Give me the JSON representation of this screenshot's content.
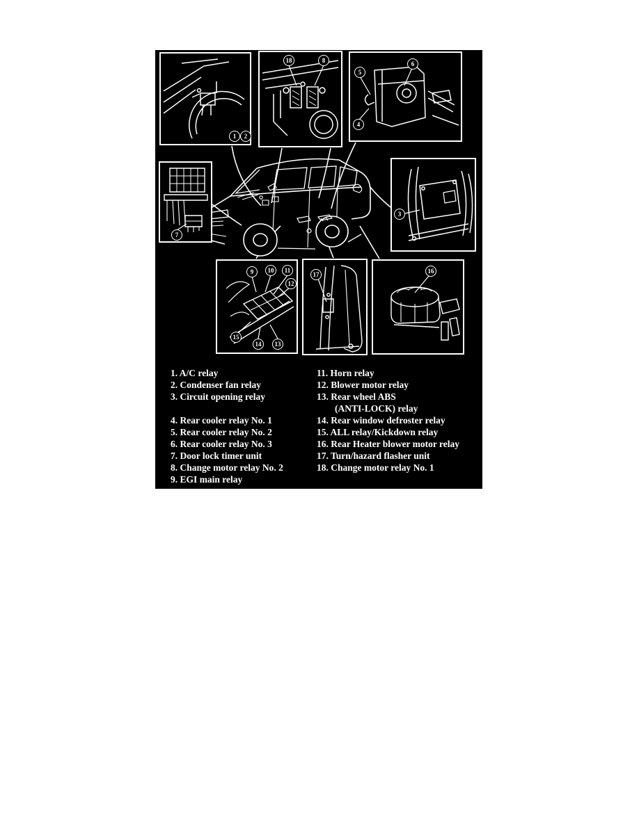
{
  "colors": {
    "page_bg": "#ffffff",
    "panel_bg": "#000000",
    "ink": "#ffffff"
  },
  "insets": {
    "front_fender": {
      "callouts": [
        "1",
        "2"
      ]
    },
    "engine_bay": {
      "callouts": [
        "18",
        "8"
      ]
    },
    "rear_cooler_unit": {
      "callouts": [
        "5",
        "6",
        "4"
      ]
    },
    "front_end_unit": {
      "callouts": [
        "7"
      ]
    },
    "side_ecu": {
      "callouts": [
        "3"
      ]
    },
    "underseat_relay_box": {
      "callouts": [
        "9",
        "10",
        "11",
        "12",
        "15",
        "14",
        "13"
      ]
    },
    "b_pillar": {
      "callouts": [
        "17"
      ]
    },
    "rear_heater_blower": {
      "callouts": [
        "16"
      ]
    }
  },
  "legend": {
    "left_column": [
      "1. A/C relay",
      "2. Condenser fan relay",
      "3. Circuit opening relay",
      "",
      "4. Rear cooler relay No. 1",
      "5. Rear cooler relay No. 2",
      "6. Rear cooler relay No. 3",
      "7. Door lock timer unit",
      "8. Change motor relay No. 2",
      "9. EGI main relay"
    ],
    "right_column": [
      "11. Horn relay",
      "12. Blower motor relay",
      "13. Rear wheel ABS",
      "(ANTI-LOCK) relay",
      "14. Rear window defroster relay",
      "15. ALL relay/Kickdown relay",
      "16. Rear Heater blower motor relay",
      "17. Turn/hazard flasher unit",
      "18. Change motor relay No. 1"
    ]
  }
}
